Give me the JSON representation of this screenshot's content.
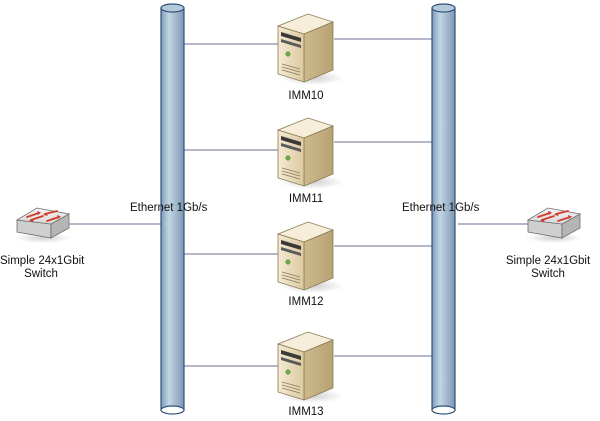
{
  "diagram": {
    "bus_left_label": "Ethernet 1Gb/s",
    "bus_right_label": "Ethernet 1Gb/s",
    "switch_left": {
      "line1": "Simple 24x1Gbit",
      "line2": "Switch"
    },
    "switch_right": {
      "line1": "Simple 24x1Gbit",
      "line2": "Switch"
    },
    "servers": [
      {
        "label": "IMM10"
      },
      {
        "label": "IMM11"
      },
      {
        "label": "IMM12"
      },
      {
        "label": "IMM13"
      }
    ],
    "colors": {
      "bus_fill": "#9fb8cf",
      "bus_stroke": "#2f5176",
      "connector_line": "#6a6f96",
      "server_body": "#e9dcbc",
      "switch_body": "#e6e6e6",
      "switch_arrow": "#d43a2a"
    }
  }
}
